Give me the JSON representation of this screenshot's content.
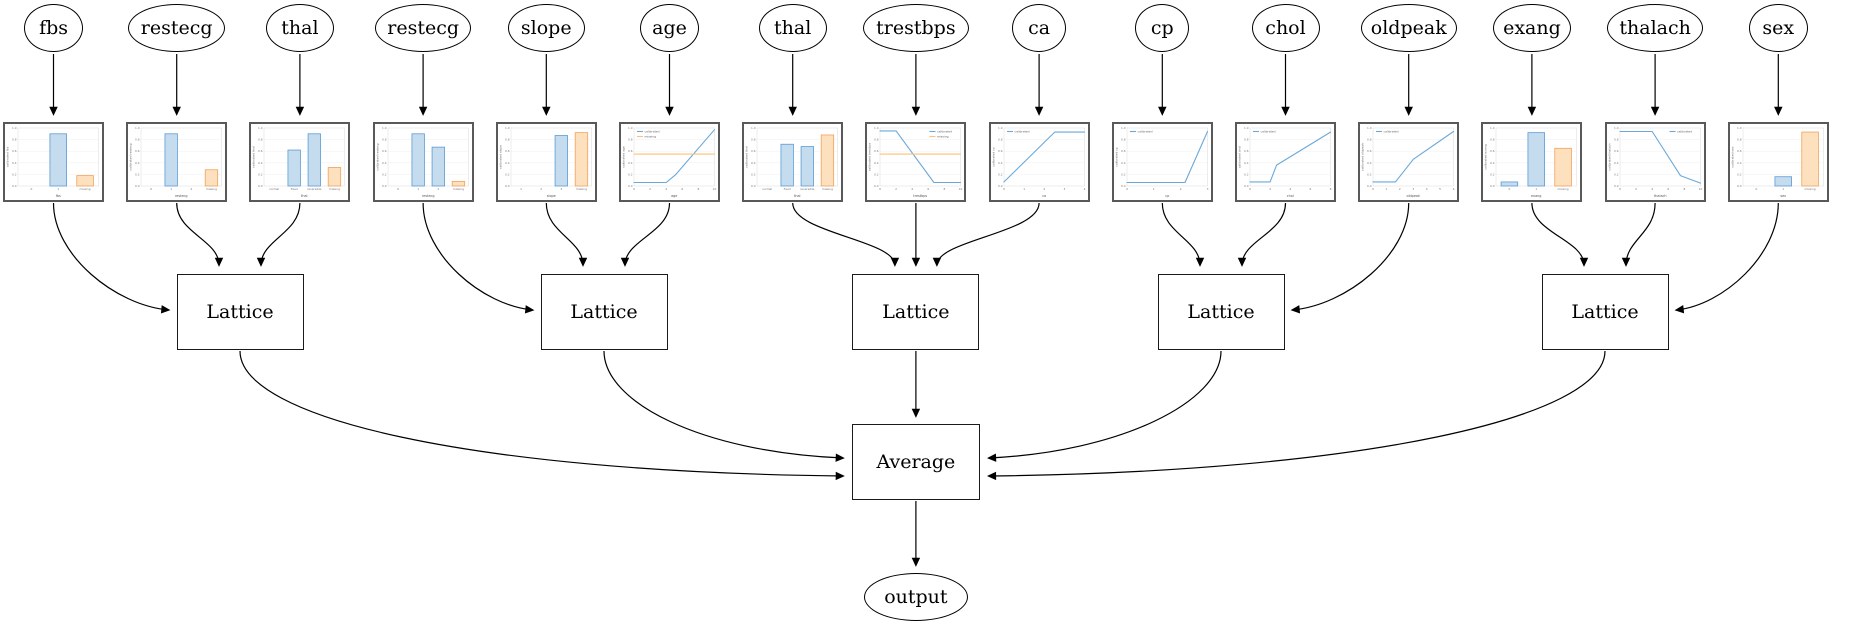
{
  "colors": {
    "bar_blue_fill": "#c5dcef",
    "bar_blue_edge": "#5b9bd5",
    "bar_orange_fill": "#fde0bd",
    "bar_orange_edge": "#f2a25c",
    "line_blue": "#6aa9da",
    "line_orange": "#fcc179",
    "chart_border": "#595959",
    "edge_color": "#000000",
    "grid": "#ececec",
    "tick_text": "#777777"
  },
  "diagram": {
    "features": [
      {
        "label": "fbs",
        "chart": {
          "type": "bar",
          "ylabel": "calibrated fbs",
          "xlabel": "fbs",
          "categories": [
            "0",
            "1",
            "missing"
          ],
          "values": [
            0,
            0.9,
            0.18
          ],
          "missing_index": 2,
          "yticks": [
            "0.0",
            "0.2",
            "0.4",
            "0.6",
            "0.8",
            "1.0"
          ]
        }
      },
      {
        "label": "restecg",
        "chart": {
          "type": "bar",
          "ylabel": "calibrated restecg",
          "xlabel": "restecg",
          "categories": [
            "0",
            "1",
            "2",
            "missing"
          ],
          "values": [
            0,
            0.9,
            0,
            0.28
          ],
          "missing_index": 3,
          "yticks": [
            "0.0",
            "0.2",
            "0.4",
            "0.6",
            "0.8",
            "1.0"
          ]
        }
      },
      {
        "label": "thal",
        "chart": {
          "type": "bar",
          "ylabel": "calibrated thal",
          "xlabel": "thal",
          "categories": [
            "normal",
            "fixed",
            "reversible",
            "missing"
          ],
          "values": [
            0,
            0.62,
            0.9,
            0.32
          ],
          "missing_index": 3,
          "yticks": [
            "0.0",
            "0.2",
            "0.4",
            "0.6",
            "0.8",
            "1.0"
          ]
        }
      },
      {
        "label": "restecg",
        "chart": {
          "type": "bar",
          "ylabel": "calibrated restecg",
          "xlabel": "restecg",
          "categories": [
            "0",
            "1",
            "2",
            "missing"
          ],
          "values": [
            0,
            0.9,
            0.67,
            0.08
          ],
          "missing_index": 3,
          "yticks": [
            "0.0",
            "0.2",
            "0.4",
            "0.6",
            "0.8",
            "1.0"
          ]
        }
      },
      {
        "label": "slope",
        "chart": {
          "type": "bar",
          "ylabel": "calibrated slope",
          "xlabel": "slope",
          "categories": [
            "1",
            "2",
            "3",
            "missing"
          ],
          "values": [
            0,
            0,
            0.87,
            0.92
          ],
          "missing_index": 3,
          "yticks": [
            "0.0",
            "0.2",
            "0.4",
            "0.6",
            "0.8",
            "1.0"
          ]
        }
      },
      {
        "label": "age",
        "chart": {
          "type": "line",
          "ylabel": "calibrated age",
          "xlabel": "age",
          "legend": [
            "calibrated",
            "missing"
          ],
          "legend_pos": "top-left",
          "xticks": [
            "0",
            "2",
            "4",
            "6",
            "8",
            "10"
          ],
          "yticks": [
            "0.0",
            "0.2",
            "0.4",
            "0.6",
            "0.8",
            "1.0"
          ],
          "series": [
            {
              "name": "calibrated",
              "color": "blue",
              "points": [
                [
                  0,
                  0.06
                ],
                [
                  0.4,
                  0.06
                ],
                [
                  0.52,
                  0.2
                ],
                [
                  1.0,
                  0.97
                ]
              ]
            },
            {
              "name": "missing",
              "color": "orange",
              "points": [
                [
                  0,
                  0.55
                ],
                [
                  1.0,
                  0.55
                ]
              ]
            }
          ]
        }
      },
      {
        "label": "thal",
        "chart": {
          "type": "bar",
          "ylabel": "calibrated thal",
          "xlabel": "thal",
          "categories": [
            "normal",
            "fixed",
            "reversible",
            "missing"
          ],
          "values": [
            0,
            0.72,
            0.68,
            0.88
          ],
          "missing_index": 3,
          "yticks": [
            "0.0",
            "0.2",
            "0.4",
            "0.6",
            "0.8",
            "1.0"
          ]
        }
      },
      {
        "label": "trestbps",
        "chart": {
          "type": "line",
          "ylabel": "calibrated trestbps",
          "xlabel": "trestbps",
          "legend": [
            "calibrated",
            "missing"
          ],
          "legend_pos": "top-right",
          "xticks": [
            "0",
            "2",
            "4",
            "6",
            "8",
            "10"
          ],
          "yticks": [
            "0.0",
            "0.2",
            "0.4",
            "0.6",
            "0.8",
            "1.0"
          ],
          "series": [
            {
              "name": "calibrated",
              "color": "blue",
              "points": [
                [
                  0,
                  0.95
                ],
                [
                  0.2,
                  0.95
                ],
                [
                  0.67,
                  0.06
                ],
                [
                  1.0,
                  0.06
                ]
              ]
            },
            {
              "name": "missing",
              "color": "orange",
              "points": [
                [
                  0,
                  0.55
                ],
                [
                  1.0,
                  0.55
                ]
              ]
            }
          ]
        }
      },
      {
        "label": "ca",
        "chart": {
          "type": "line",
          "ylabel": "calibrated ca",
          "xlabel": "ca",
          "legend": [
            "calibrated"
          ],
          "legend_pos": "top-left",
          "xticks": [
            "0",
            "1",
            "2",
            "3",
            "4"
          ],
          "yticks": [
            "0.0",
            "0.2",
            "0.4",
            "0.6",
            "0.8",
            "1.0"
          ],
          "series": [
            {
              "name": "calibrated",
              "color": "blue",
              "points": [
                [
                  0,
                  0.07
                ],
                [
                  0.63,
                  0.93
                ],
                [
                  1.0,
                  0.93
                ]
              ]
            }
          ]
        }
      },
      {
        "label": "cp",
        "chart": {
          "type": "line",
          "ylabel": "calibrated cp",
          "xlabel": "cp",
          "legend": [
            "calibrated"
          ],
          "legend_pos": "top-left",
          "xticks": [
            "0",
            "1",
            "2",
            "3"
          ],
          "yticks": [
            "0.0",
            "0.2",
            "0.4",
            "0.6",
            "0.8",
            "1.0"
          ],
          "series": [
            {
              "name": "calibrated",
              "color": "blue",
              "points": [
                [
                  0,
                  0.06
                ],
                [
                  0.72,
                  0.06
                ],
                [
                  1.0,
                  0.94
                ]
              ]
            }
          ]
        }
      },
      {
        "label": "chol",
        "chart": {
          "type": "line",
          "ylabel": "calibrated chol",
          "xlabel": "chol",
          "legend": [
            "calibrated"
          ],
          "legend_pos": "top-left",
          "xticks": [
            "0",
            "2",
            "4",
            "6",
            "8"
          ],
          "yticks": [
            "0.0",
            "0.2",
            "0.4",
            "0.6",
            "0.8",
            "1.0"
          ],
          "series": [
            {
              "name": "calibrated",
              "color": "blue",
              "points": [
                [
                  0,
                  0.07
                ],
                [
                  0.25,
                  0.07
                ],
                [
                  0.33,
                  0.36
                ],
                [
                  1.0,
                  0.93
                ]
              ]
            }
          ]
        }
      },
      {
        "label": "oldpeak",
        "chart": {
          "type": "line",
          "ylabel": "calibrated oldpeak",
          "xlabel": "oldpeak",
          "legend": [
            "calibrated"
          ],
          "legend_pos": "top-left",
          "xticks": [
            "0",
            "1",
            "2",
            "3",
            "4",
            "5",
            "6"
          ],
          "yticks": [
            "0.0",
            "0.2",
            "0.4",
            "0.6",
            "0.8",
            "1.0"
          ],
          "series": [
            {
              "name": "calibrated",
              "color": "blue",
              "points": [
                [
                  0,
                  0.07
                ],
                [
                  0.28,
                  0.07
                ],
                [
                  0.5,
                  0.46
                ],
                [
                  1.0,
                  0.94
                ]
              ]
            }
          ]
        }
      },
      {
        "label": "exang",
        "chart": {
          "type": "bar",
          "ylabel": "calibrated exang",
          "xlabel": "exang",
          "categories": [
            "0",
            "1",
            "missing"
          ],
          "values": [
            0.07,
            0.92,
            0.65
          ],
          "missing_index": 2,
          "yticks": [
            "0.0",
            "0.2",
            "0.4",
            "0.6",
            "0.8",
            "1.0"
          ]
        }
      },
      {
        "label": "thalach",
        "chart": {
          "type": "line",
          "ylabel": "calibrated thalach",
          "xlabel": "thalach",
          "legend": [
            "calibrated"
          ],
          "legend_pos": "top-right",
          "xticks": [
            "0",
            "2",
            "4",
            "6",
            "8",
            "10"
          ],
          "yticks": [
            "0.0",
            "0.2",
            "0.4",
            "0.6",
            "0.8",
            "1.0"
          ],
          "series": [
            {
              "name": "calibrated",
              "color": "blue",
              "points": [
                [
                  0,
                  0.94
                ],
                [
                  0.4,
                  0.94
                ],
                [
                  0.75,
                  0.18
                ],
                [
                  1.0,
                  0.05
                ]
              ]
            }
          ]
        }
      },
      {
        "label": "sex",
        "chart": {
          "type": "bar",
          "ylabel": "calibrated sex",
          "xlabel": "sex",
          "categories": [
            "0",
            "1",
            "missing"
          ],
          "values": [
            0,
            0.16,
            0.93
          ],
          "missing_index": 2,
          "yticks": [
            "0.0",
            "0.2",
            "0.4",
            "0.6",
            "0.8",
            "1.0"
          ]
        }
      }
    ],
    "lattices": [
      {
        "label": "Lattice",
        "inputs": [
          0,
          1,
          2
        ]
      },
      {
        "label": "Lattice",
        "inputs": [
          3,
          4,
          5
        ]
      },
      {
        "label": "Lattice",
        "inputs": [
          6,
          7,
          8
        ]
      },
      {
        "label": "Lattice",
        "inputs": [
          9,
          10,
          11
        ]
      },
      {
        "label": "Lattice",
        "inputs": [
          12,
          13,
          14
        ]
      }
    ],
    "average": {
      "label": "Average"
    },
    "output": {
      "label": "output"
    }
  }
}
